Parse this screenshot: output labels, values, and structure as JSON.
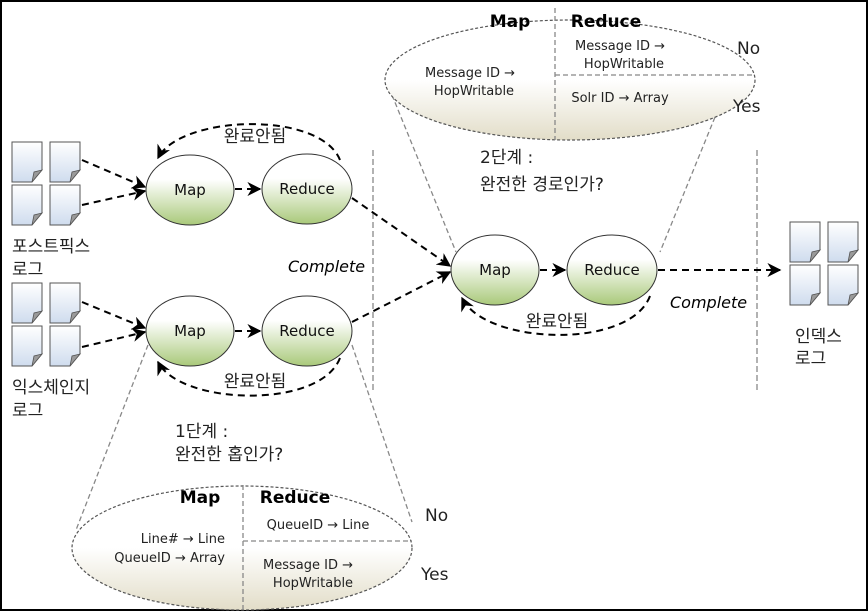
{
  "stage1": {
    "source_top_label": [
      "포스트픽스",
      "로그"
    ],
    "source_bottom_label": [
      "익스체인지",
      "로그"
    ],
    "map_label": "Map",
    "reduce_label": "Reduce",
    "loop_label": "완료안됨",
    "complete_label": "Complete",
    "question": [
      "1단계 :",
      "완전한 홉인가?"
    ],
    "detail": {
      "map_header": "Map",
      "reduce_header": "Reduce",
      "map_lines": [
        "Line# → Line",
        "QueueID → Array"
      ],
      "reduce_no_lines": [
        "QueueID → Line"
      ],
      "reduce_yes_lines": [
        "Message ID →",
        "HopWritable"
      ],
      "no_label": "No",
      "yes_label": "Yes"
    }
  },
  "stage2": {
    "map_label": "Map",
    "reduce_label": "Reduce",
    "loop_label": "완료안됨",
    "complete_label": "Complete",
    "question": [
      "2단계 :",
      "완전한 경로인가?"
    ],
    "output_label": [
      "인덱스",
      "로그"
    ],
    "detail": {
      "map_header": "Map",
      "reduce_header": "Reduce",
      "map_lines": [
        "Message ID →",
        "HopWritable"
      ],
      "reduce_no_lines": [
        "Message ID →",
        "HopWritable"
      ],
      "reduce_yes_lines": [
        "Solr ID → Array"
      ],
      "no_label": "No",
      "yes_label": "Yes"
    }
  },
  "colors": {
    "node_top": "#ffffff",
    "node_bottom": "#a9c97a",
    "detail_bottom": "#e2ddc8"
  }
}
